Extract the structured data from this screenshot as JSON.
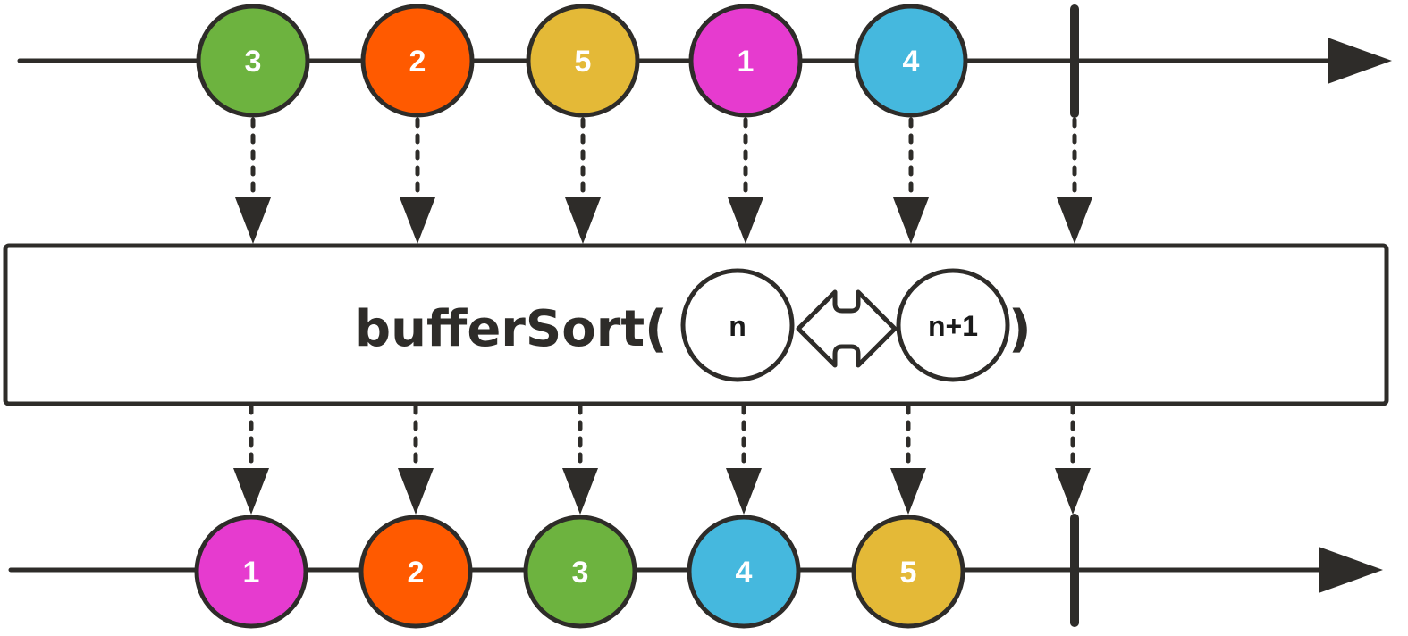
{
  "operator": {
    "name": "bufferSort(",
    "close": ")",
    "left_param": "n",
    "right_param": "n+1"
  },
  "colors": {
    "line": "#2e2c29",
    "green": "#6db33f",
    "orange": "#ff5a00",
    "yellow": "#e4b937",
    "magenta": "#e63bcf",
    "blue": "#45b8de"
  },
  "input_marbles": [
    {
      "label": "3",
      "color": "#6db33f"
    },
    {
      "label": "2",
      "color": "#ff5a00"
    },
    {
      "label": "5",
      "color": "#e4b937"
    },
    {
      "label": "1",
      "color": "#e63bcf"
    },
    {
      "label": "4",
      "color": "#45b8de"
    }
  ],
  "output_marbles": [
    {
      "label": "1",
      "color": "#e63bcf"
    },
    {
      "label": "2",
      "color": "#ff5a00"
    },
    {
      "label": "3",
      "color": "#6db33f"
    },
    {
      "label": "4",
      "color": "#45b8de"
    },
    {
      "label": "5",
      "color": "#e4b937"
    }
  ]
}
